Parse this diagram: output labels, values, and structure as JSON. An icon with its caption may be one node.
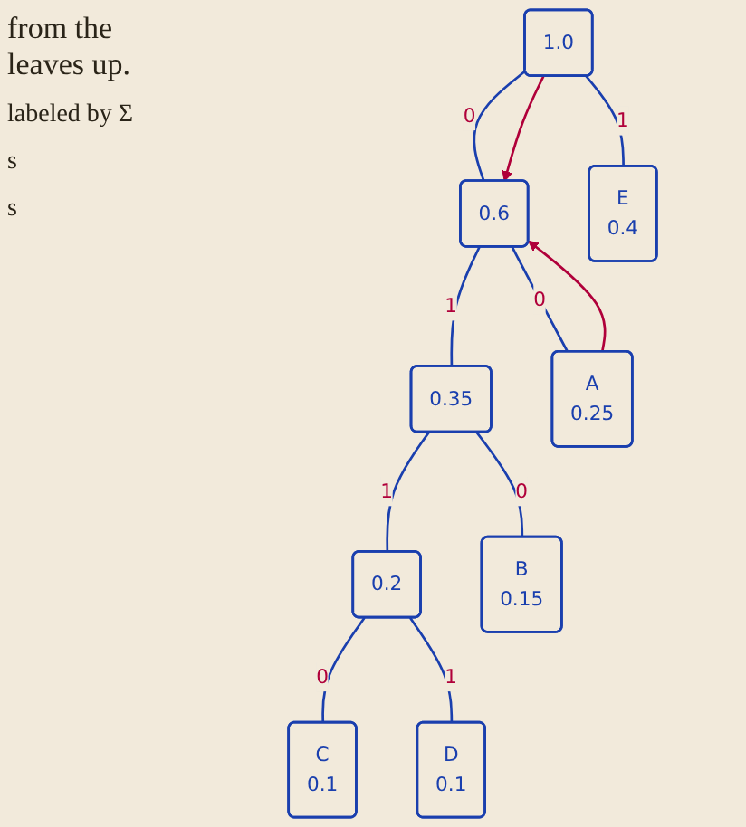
{
  "diagram": {
    "nodes": [
      {
        "text": [
          "1.0"
        ]
      },
      {
        "text": [
          "0.6"
        ]
      },
      {
        "text": [
          "0.35"
        ]
      },
      {
        "text": [
          "0.2"
        ]
      },
      {
        "text": [
          "A",
          "0.25"
        ]
      },
      {
        "text": [
          "B",
          "0.15"
        ]
      },
      {
        "text": [
          "C",
          "0.1"
        ]
      },
      {
        "text": [
          "D",
          "0.1"
        ]
      },
      {
        "text": [
          "E",
          "0.4"
        ]
      }
    ],
    "edges": [
      {
        "from": 0,
        "to": 1,
        "arrow": "none",
        "label": "0"
      },
      {
        "from": 0,
        "to": 8,
        "arrow": "none",
        "label": "1"
      },
      {
        "from": 1,
        "to": 4,
        "arrow": "none",
        "label": "0"
      },
      {
        "from": 1,
        "to": 2,
        "arrow": "none",
        "label": "1"
      },
      {
        "from": 2,
        "to": 5,
        "arrow": "none",
        "label": "0"
      },
      {
        "from": 2,
        "to": 3,
        "arrow": "none",
        "label": "1"
      },
      {
        "from": 3,
        "to": 6,
        "arrow": "none",
        "label": "0"
      },
      {
        "from": 3,
        "to": 7,
        "arrow": "none",
        "label": "1"
      },
      {
        "from": 0,
        "to": 1,
        "arrow": "to",
        "color": "#b0003a"
      },
      {
        "from": 4,
        "to": 1,
        "arrow": "to",
        "color": "#b0003a"
      }
    ],
    "labels": [
      "from the leaves up.",
      "labeled by Σ",
      "s",
      "s"
    ]
  }
}
